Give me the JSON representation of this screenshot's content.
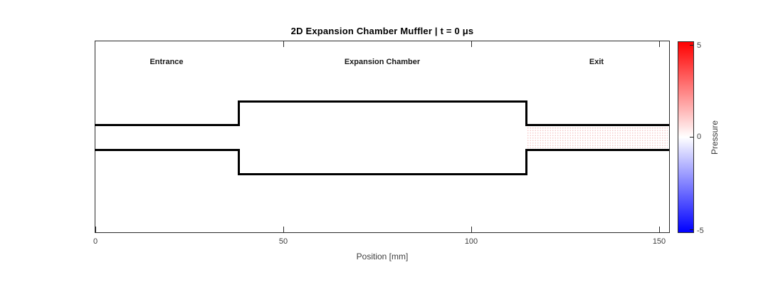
{
  "figure": {
    "title": "2D Expansion Chamber Muffler | t = 0 μs",
    "xlabel": "Position [mm]",
    "x_tick_labels": [
      "0",
      "50",
      "100",
      "150"
    ],
    "region_labels": [
      "Entrance",
      "Expansion Chamber",
      "Exit"
    ],
    "colorbar": {
      "label": "Pressure",
      "tick_labels": [
        "5",
        "0",
        "-5"
      ]
    }
  },
  "chart_data": {
    "type": "heatmap",
    "title": "2D Expansion Chamber Muffler | t = 0 μs",
    "time_label": "t = 0 μs",
    "xlabel": "Position [mm]",
    "xlim": [
      0,
      153
    ],
    "x_ticks": [
      0,
      50,
      100,
      150
    ],
    "y_ticks": [],
    "grid": false,
    "colorbar": {
      "label": "Pressure",
      "position": "right",
      "ticks": [
        5,
        0,
        -5
      ],
      "clim": [
        -5,
        5
      ],
      "colormap": [
        {
          "value": 5,
          "color": "#ff0000"
        },
        {
          "value": 0,
          "color": "#ffffff"
        },
        {
          "value": -5,
          "color": "#0000ff"
        }
      ]
    },
    "geometry": {
      "outline_color": "#000000",
      "regions": [
        {
          "label": "Entrance",
          "x_mm": [
            0,
            38
          ],
          "shape": "narrow pipe"
        },
        {
          "label": "Expansion Chamber",
          "x_mm": [
            38,
            115
          ],
          "shape": "wide chamber"
        },
        {
          "label": "Exit",
          "x_mm": [
            115,
            153
          ],
          "shape": "narrow pipe"
        }
      ]
    },
    "field": {
      "value_at_t0": 0,
      "note": "pressure field approximately zero (white) everywhere at t = 0; faint positive speckle visible in exit pipe"
    }
  },
  "colors": {
    "pressure_max": "#ff0000",
    "pressure_zero": "#ffffff",
    "pressure_min": "#0000ff",
    "outline": "#000000",
    "axis": "#2b2b2b",
    "tick_text": "#3d3d3d"
  }
}
